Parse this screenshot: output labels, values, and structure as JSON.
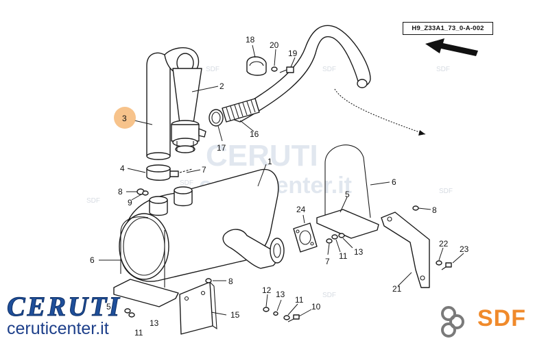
{
  "reference_code": "H9_Z33A1_73_0-A-002",
  "watermark": {
    "brand": "CERUTI",
    "site": "ceruticenter.it",
    "small": "SDF"
  },
  "logos": {
    "ceruti_brand": "CERUTI",
    "ceruti_site": "ceruticenter.it",
    "sdf": "SDF"
  },
  "colors": {
    "highlight": "#f6b977",
    "ceruti_blue": "#1f4f9a",
    "sdf_orange": "#f08a2b"
  },
  "part_numbers": {
    "n1": "1",
    "n2": "2",
    "n3": "3",
    "n4": "4",
    "n5a": "5",
    "n5b": "5",
    "n6a": "6",
    "n6b": "6",
    "n7a": "7",
    "n7b": "7",
    "n8a": "8",
    "n8b": "8",
    "n8c": "8",
    "n9": "9",
    "n10": "10",
    "n11a": "11",
    "n11b": "11",
    "n11c": "11",
    "n12": "12",
    "n13a": "13",
    "n13b": "13",
    "n13c": "13",
    "n15": "15",
    "n16": "16",
    "n17": "17",
    "n18": "18",
    "n19": "19",
    "n20": "20",
    "n21": "21",
    "n22": "22",
    "n23": "23",
    "n24": "24"
  }
}
